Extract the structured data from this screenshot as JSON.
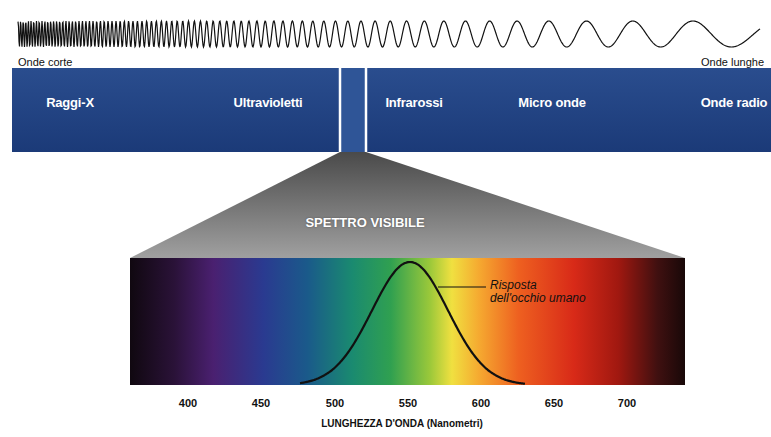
{
  "diagram": {
    "nodes": [
      {
        "text": [
          "Raggi-X",
          "Ultravioletti",
          "Infrarossi",
          "Micro onde",
          "Onde radio"
        ]
      },
      {
        "text": [
          "SPETTRO VISIBILE"
        ]
      }
    ],
    "labels": [
      "Onde corte",
      "Onde lunghe",
      "Risposta dell'occhio umano",
      "400",
      "450",
      "500",
      "550",
      "600",
      "650",
      "700",
      "LUNGHEZZA D'ONDA (Nanometri)"
    ]
  }
}
